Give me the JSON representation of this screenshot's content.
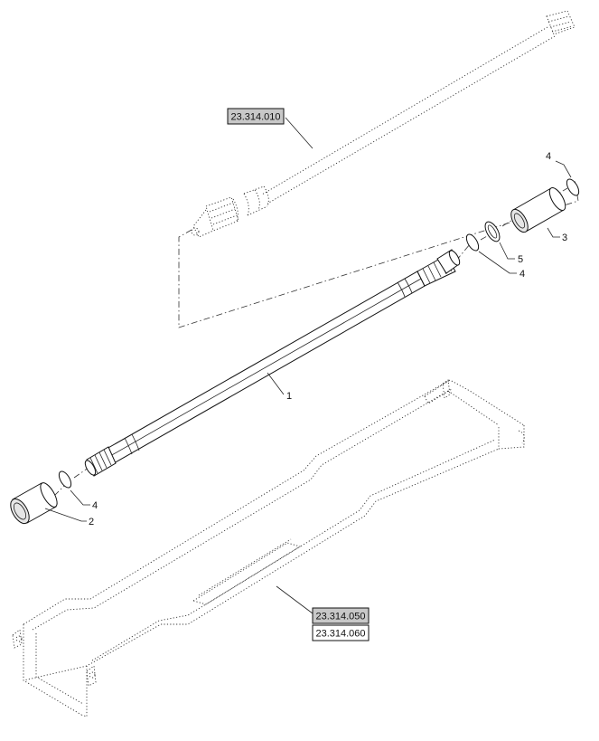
{
  "references": {
    "upper_shaft": "23.314.010",
    "frame_a": "23.314.050",
    "frame_b": "23.314.060"
  },
  "callouts": {
    "shaft": "1",
    "bearing_lower": "2",
    "bearing_upper": "3",
    "ring_upper_outer": "4",
    "ring_upper_inner": "4",
    "ring_lower": "4",
    "washer": "5"
  },
  "colors": {
    "line": "#222222",
    "reference_box_highlight": "#c8c8c8",
    "reference_box": "#ffffff"
  }
}
